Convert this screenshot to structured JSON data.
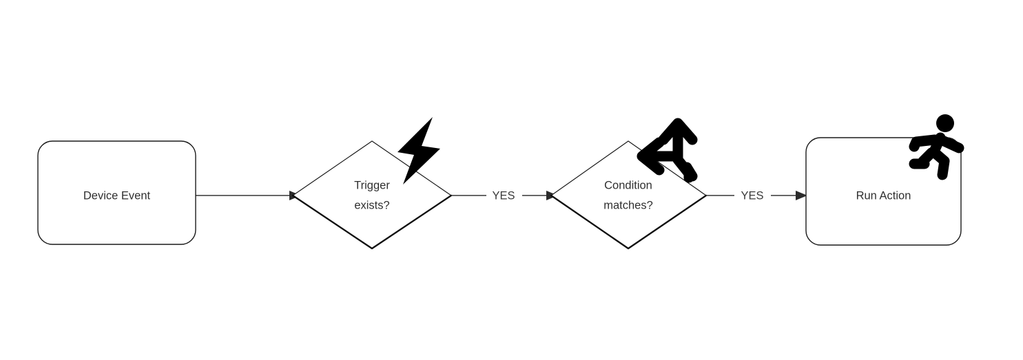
{
  "diagram": {
    "type": "flowchart",
    "orientation": "left-to-right",
    "background_color": "#ffffff",
    "line_color": "#333333",
    "text_color": "#2f2f2f",
    "icon_color": "#000000",
    "nodes": [
      {
        "id": "device-event",
        "label": "Device Event",
        "shape": "rounded-rectangle",
        "icon": null
      },
      {
        "id": "trigger-exists",
        "label_line1": "Trigger",
        "label_line2": "exists?",
        "shape": "diamond",
        "icon": "lightning-bolt-icon"
      },
      {
        "id": "condition-matches",
        "label_line1": "Condition",
        "label_line2": "matches?",
        "shape": "diamond",
        "icon": "branch-arrows-icon"
      },
      {
        "id": "run-action",
        "label": "Run Action",
        "shape": "rounded-rectangle",
        "icon": "running-person-icon"
      }
    ],
    "edges": [
      {
        "id": "edge-1",
        "from": "device-event",
        "to": "trigger-exists",
        "label": ""
      },
      {
        "id": "edge-2",
        "from": "trigger-exists",
        "to": "condition-matches",
        "label": "YES"
      },
      {
        "id": "edge-3",
        "from": "condition-matches",
        "to": "run-action",
        "label": "YES"
      }
    ]
  }
}
